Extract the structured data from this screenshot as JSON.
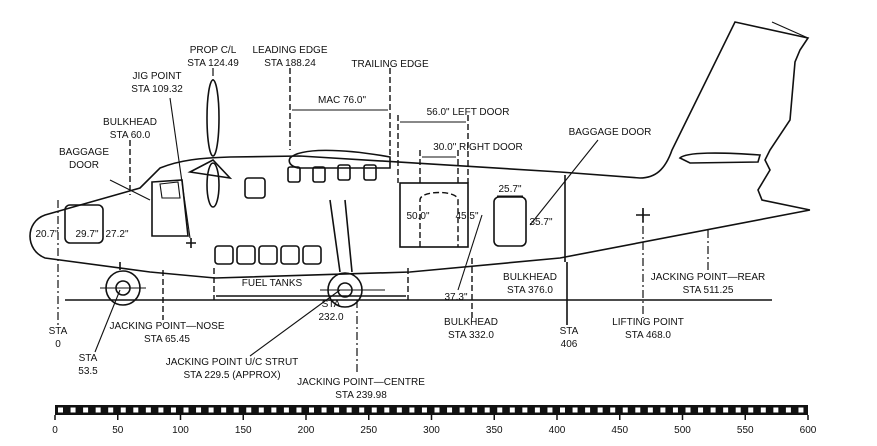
{
  "labels": {
    "prop_cl": [
      "PROP C/L",
      "STA 124.49"
    ],
    "leading_edge": [
      "LEADING EDGE",
      "STA 188.24"
    ],
    "trailing_edge": "TRAILING EDGE",
    "jig_point": [
      "JIG POINT",
      "STA 109.32"
    ],
    "bulkhead_60": [
      "BULKHEAD",
      "STA 60.0"
    ],
    "baggage_door_nose": [
      "BAGGAGE",
      "DOOR"
    ],
    "mac": "MAC 76.0\"",
    "left_door": "56.0\" LEFT DOOR",
    "right_door": "30.0\" RIGHT DOOR",
    "baggage_door_rear": "BAGGAGE DOOR",
    "dim_25_7": "25.7\"",
    "dim_35_7": "35.7\"",
    "dim_50_0": "50.0\"",
    "dim_45_5": "45.5\"",
    "dim_20_7": "20.7\"",
    "dim_29_7": "29.7\"",
    "dim_27_2": "27.2\"",
    "fuel_tanks": "FUEL TANKS",
    "dim_37_3": "37.3\"",
    "bulkhead_376": [
      "BULKHEAD",
      "STA 376.0"
    ],
    "jacking_rear": [
      "JACKING POINT—REAR",
      "STA 511.25"
    ],
    "sta_232": [
      "STA",
      "232.0"
    ],
    "bulkhead_332": [
      "BULKHEAD",
      "STA 332.0"
    ],
    "sta_406": [
      "STA",
      "406"
    ],
    "lifting_point": [
      "LIFTING POINT",
      "STA 468.0"
    ],
    "sta_0": [
      "STA",
      "0"
    ],
    "jacking_nose": [
      "JACKING POINT—NOSE",
      "STA 65.45"
    ],
    "sta_53_5": [
      "STA",
      "53.5"
    ],
    "jacking_strut": [
      "JACKING POINT U/C STRUT",
      "STA 229.5 (APPROX)"
    ],
    "jacking_centre": [
      "JACKING POINT—CENTRE",
      "STA 239.98"
    ]
  },
  "scale": {
    "min": 0,
    "max": 600,
    "tick_labels": [
      "0",
      "50",
      "100",
      "150",
      "200",
      "250",
      "300",
      "350",
      "400",
      "450",
      "500",
      "550",
      "600"
    ]
  }
}
